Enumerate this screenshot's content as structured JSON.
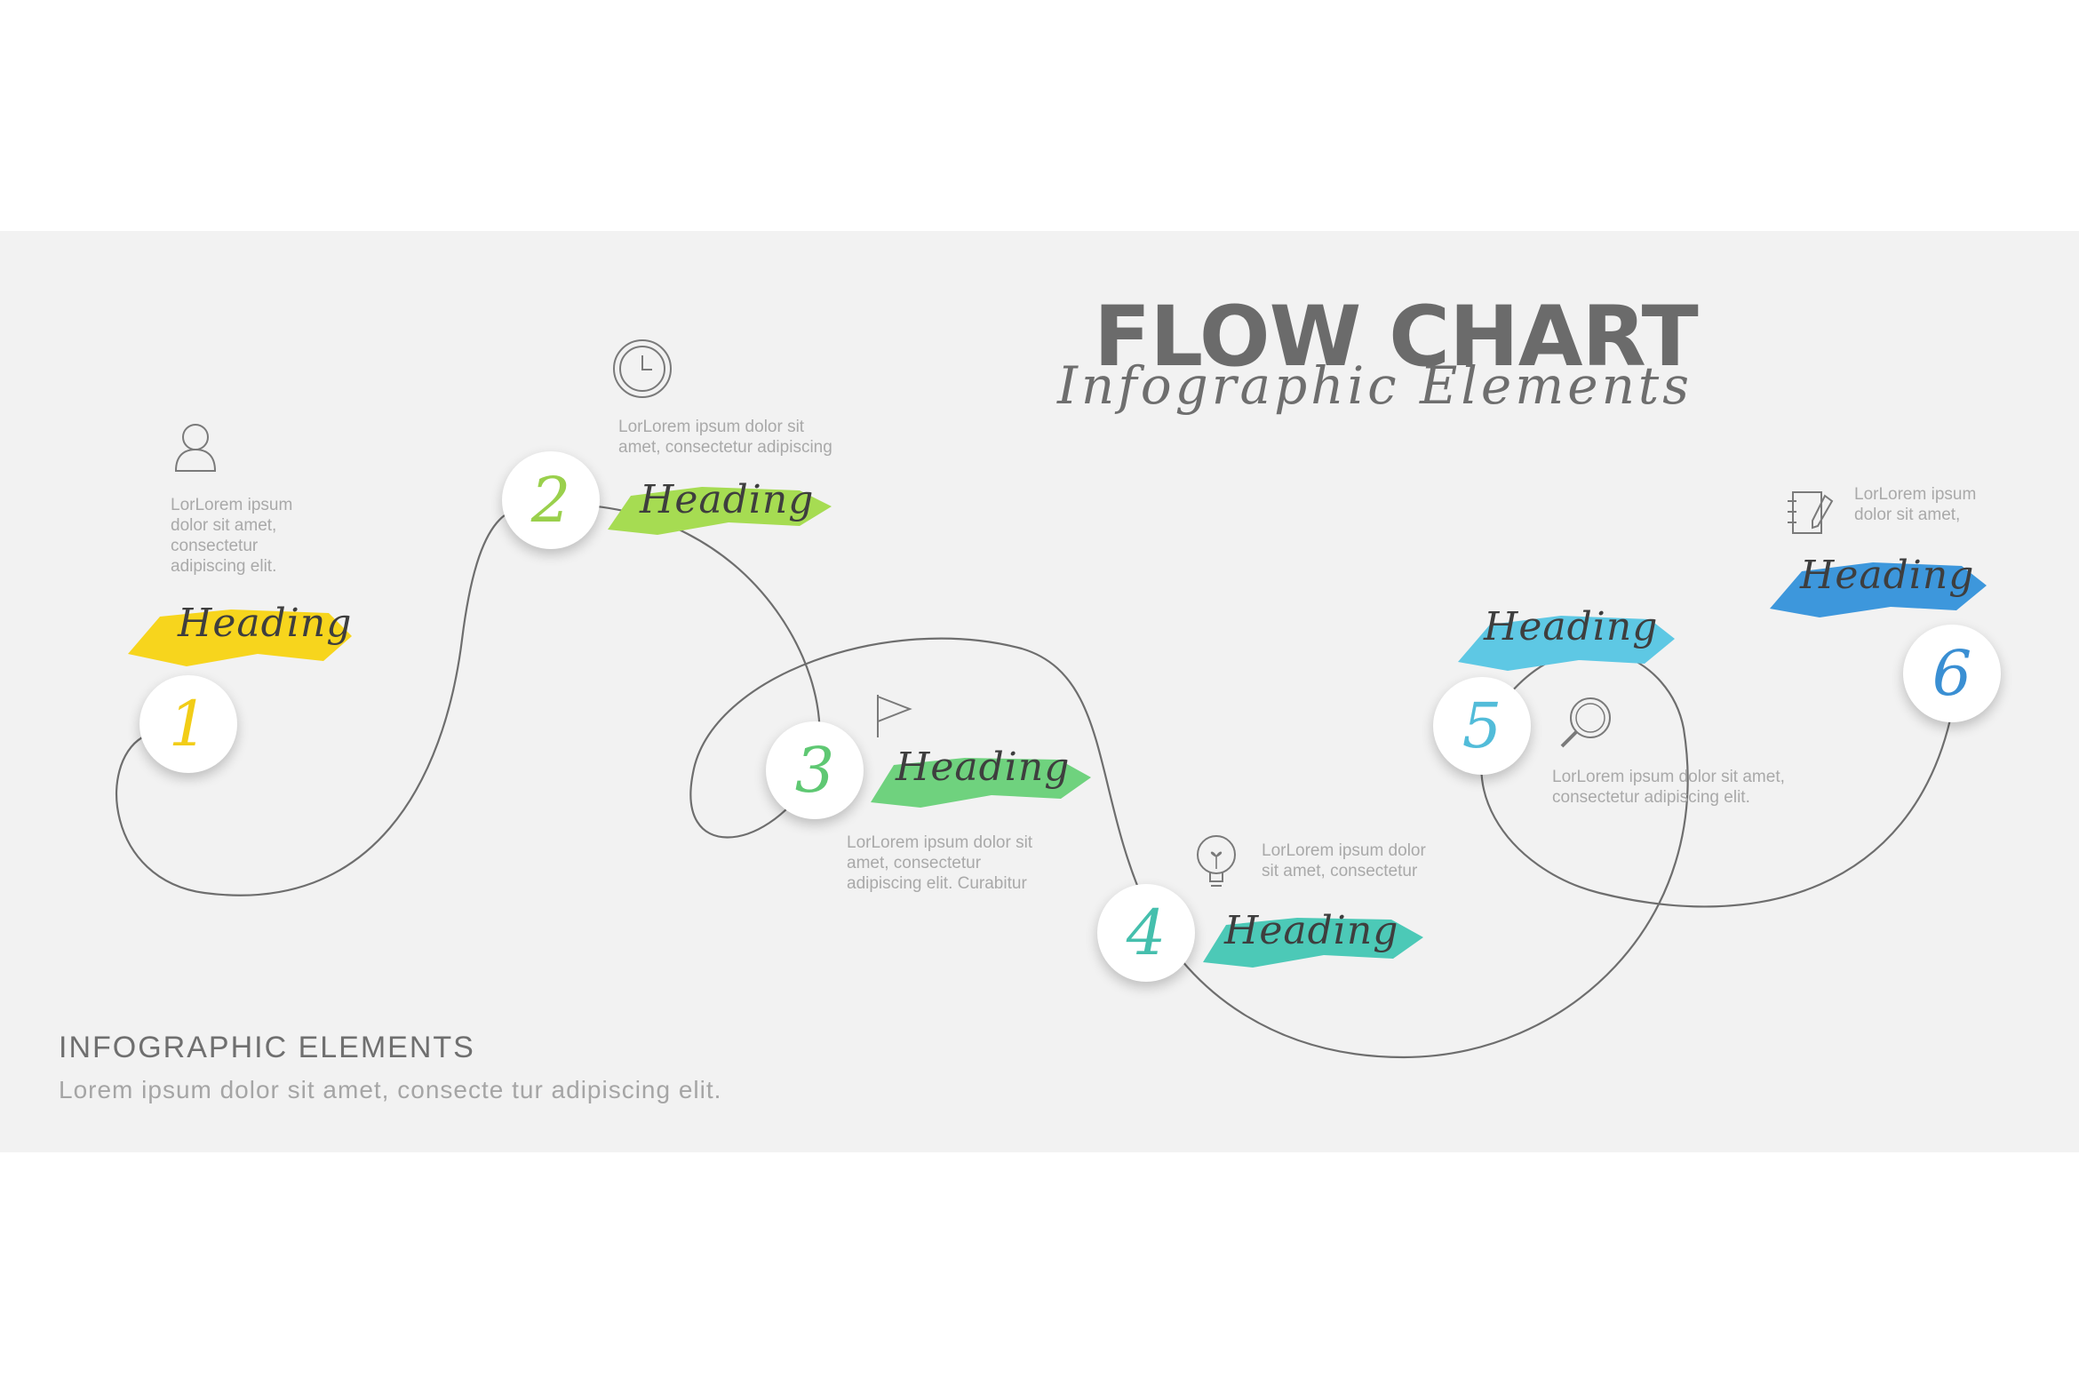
{
  "title": {
    "main": "FLOW CHART",
    "sub": "Infographic Elements"
  },
  "steps": [
    {
      "number": "1",
      "heading": "Heading",
      "color": "#f7d51d",
      "icon": "user-icon",
      "description": "LorLorem ipsum\ndolor sit amet,\nconsectetur\nadipiscing elit."
    },
    {
      "number": "2",
      "heading": "Heading",
      "color": "#a6dc52",
      "icon": "clock-icon",
      "description": "LorLorem ipsum dolor sit\namet, consectetur adipiscing"
    },
    {
      "number": "3",
      "heading": "Heading",
      "color": "#6fd27e",
      "icon": "flag-icon",
      "description": "LorLorem ipsum dolor sit\namet, consectetur\nadipiscing elit. Curabitur"
    },
    {
      "number": "4",
      "heading": "Heading",
      "color": "#4cc9b7",
      "icon": "lightbulb-icon",
      "description": "LorLorem ipsum dolor\nsit amet, consectetur"
    },
    {
      "number": "5",
      "heading": "Heading",
      "color": "#5ec8e4",
      "icon": "magnifier-icon",
      "description": "LorLorem ipsum dolor sit amet,\nconsectetur adipiscing elit."
    },
    {
      "number": "6",
      "heading": "Heading",
      "color": "#3d97dc",
      "icon": "notebook-icon",
      "description": "LorLorem ipsum\ndolor sit amet,"
    }
  ],
  "footer": {
    "title": "INFOGRAPHIC ELEMENTS",
    "subtitle": "Lorem ipsum dolor sit amet, consecte tur adipiscing elit."
  }
}
